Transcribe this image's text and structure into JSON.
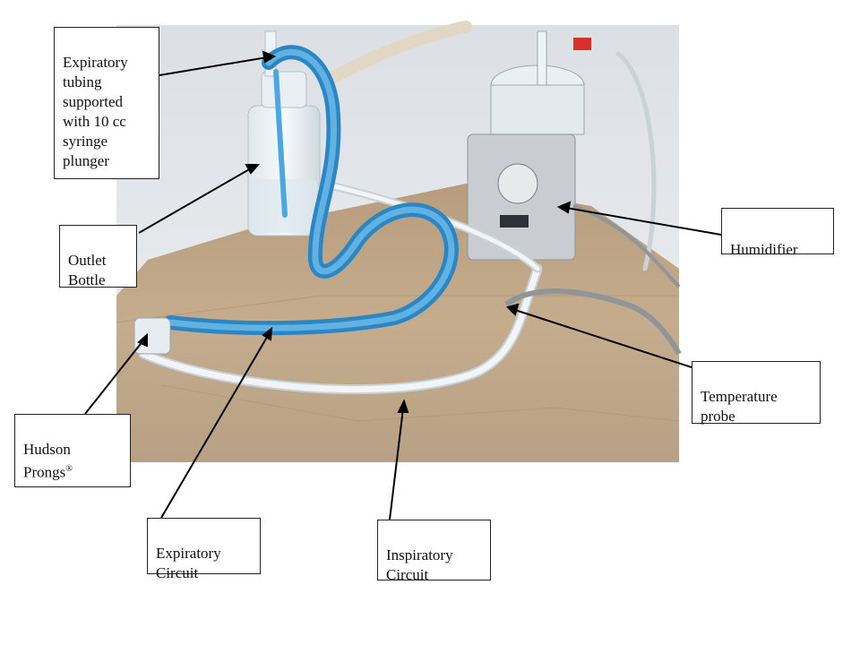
{
  "labels": {
    "expiratory_tubing": "Expiratory\ntubing\nsupported\nwith 10 cc\nsyringe\nplunger",
    "outlet_bottle": "Outlet\nBottle",
    "humidifier": "Humidifier",
    "temperature_probe": "Temperature\nprobe",
    "hudson_prongs": "Hudson\nProngs",
    "hudson_prongs_mark": "®",
    "expiratory_circuit": "Expiratory\nCircuit",
    "inspiratory_circuit": "Inspiratory\nCircuit"
  },
  "colors": {
    "table_cloth": "#bfa88a",
    "wall": "#e6e8ec",
    "blue_tubing": "#3a9ad8",
    "clear_tubing": "#eef3f5",
    "humidifier_body": "#c9ccd0"
  }
}
